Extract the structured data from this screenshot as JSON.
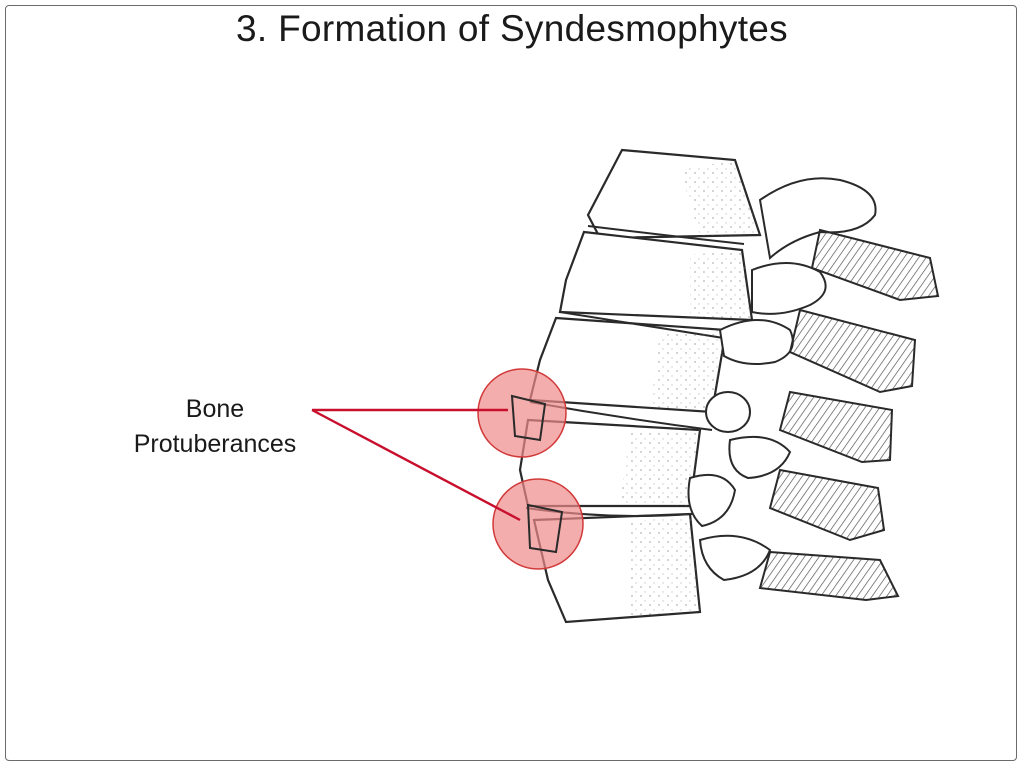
{
  "slide": {
    "title": "3. Formation of Syndesmophytes"
  },
  "annotation": {
    "line1": "Bone",
    "line2": "Protuberances"
  },
  "colors": {
    "pointer": "#c8102e",
    "highlight_fill": "#f08a8a",
    "highlight_stroke": "#d23a3a",
    "bone_outline": "#2a2a2a",
    "bone_shading": "#8a8a8a"
  },
  "icons": {
    "illustration": "lumbar-spine-lateral-view"
  }
}
